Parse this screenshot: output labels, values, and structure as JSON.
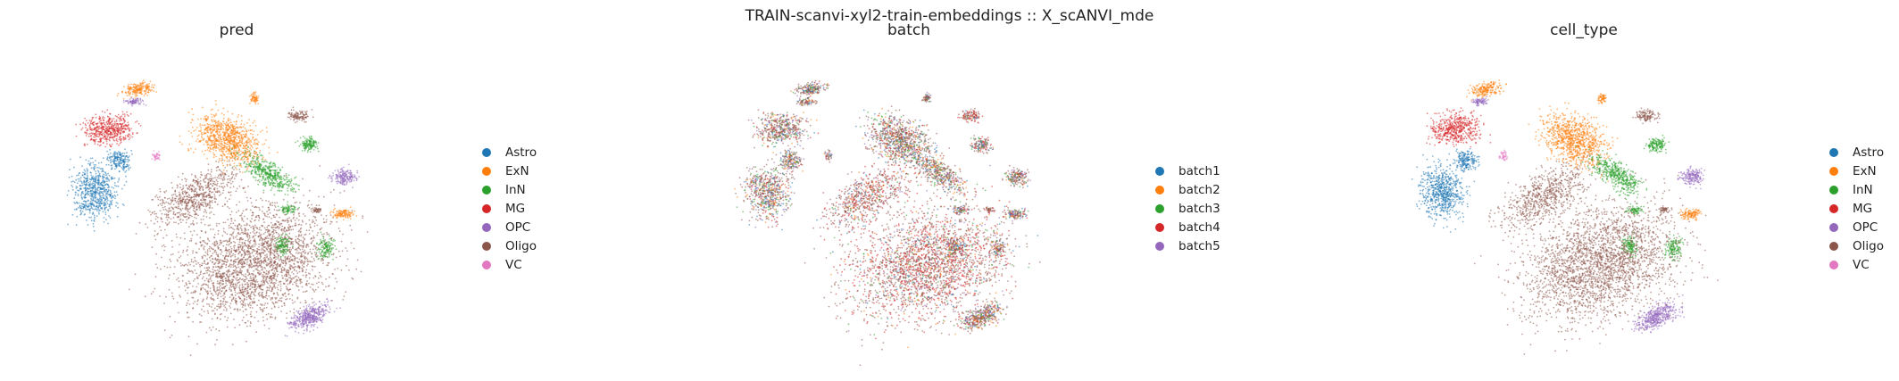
{
  "suptitle": "TRAIN-scanvi-xyl2-train-embeddings :: X_scANVI_mde",
  "colors": {
    "Astro": "#1f77b4",
    "ExN": "#ff7f0e",
    "InN": "#2ca02c",
    "MG": "#d62728",
    "OPC": "#9467bd",
    "Oligo": "#8c564b",
    "VC": "#e377c2",
    "batch1": "#1f77b4",
    "batch2": "#ff7f0e",
    "batch3": "#2ca02c",
    "batch4": "#d62728",
    "batch5": "#9467bd"
  },
  "chart_data": [
    {
      "type": "scatter",
      "title": "pred",
      "legend": [
        "Astro",
        "ExN",
        "InN",
        "MG",
        "OPC",
        "Oligo",
        "VC"
      ],
      "legend_placement": "right-center",
      "axes": "off"
    },
    {
      "type": "scatter",
      "title": "batch",
      "legend": [
        "batch1",
        "batch2",
        "batch3",
        "batch4",
        "batch5"
      ],
      "legend_placement": "right-center",
      "axes": "off"
    },
    {
      "type": "scatter",
      "title": "cell_type",
      "legend": [
        "Astro",
        "ExN",
        "InN",
        "MG",
        "OPC",
        "Oligo",
        "VC"
      ],
      "legend_placement": "right-center",
      "axes": "off"
    }
  ]
}
